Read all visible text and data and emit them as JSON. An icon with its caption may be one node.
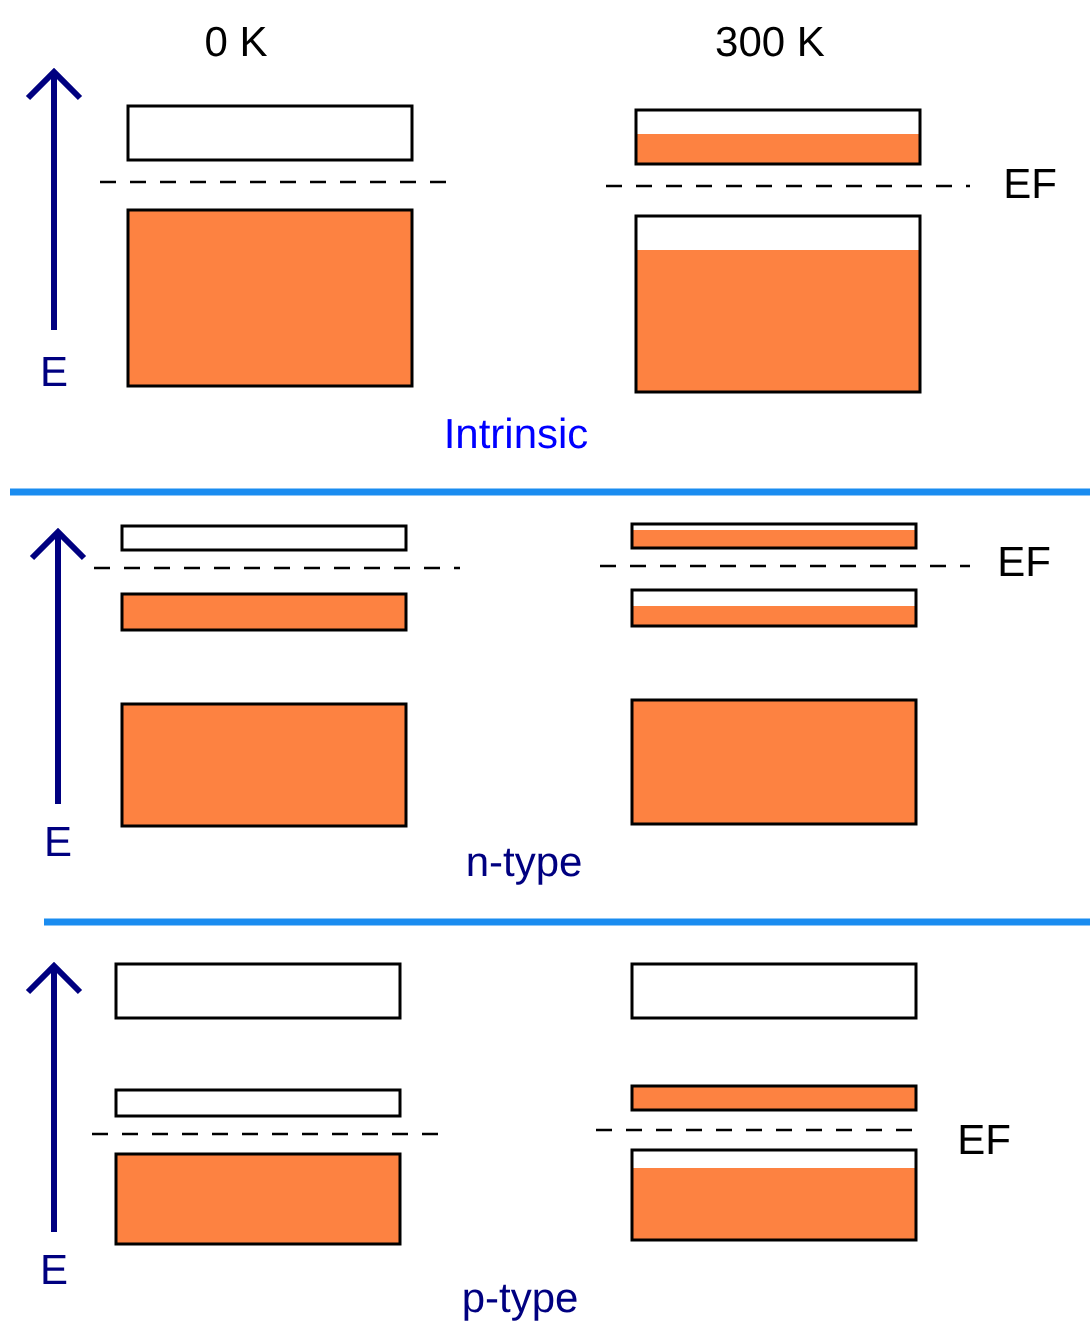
{
  "diagram": {
    "labels": [
      "0 K",
      "300 K",
      "EF",
      "E",
      "Intrinsic",
      "EF",
      "E",
      "n-type",
      "EF",
      "E",
      "p-type"
    ]
  }
}
